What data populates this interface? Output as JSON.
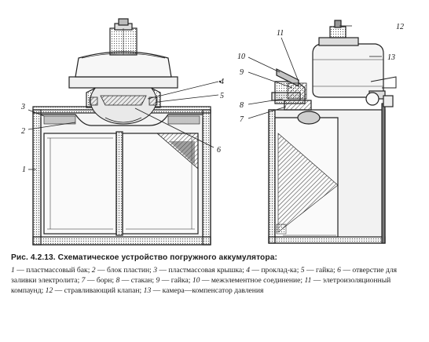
{
  "figure": {
    "labels": {
      "n1": "1",
      "n2": "2",
      "n3": "3",
      "n4": "4",
      "n5": "5",
      "n6": "6",
      "n7": "7",
      "n8": "8",
      "n9": "9",
      "n10": "10",
      "n11": "11",
      "n12": "12",
      "n13": "13"
    }
  },
  "caption": {
    "title": "Рис. 4.2.13. Схематическое устройство погружного аккумулятора:",
    "items": [
      {
        "num": "1",
        "text": " — пластмассовый бак; "
      },
      {
        "num": "2",
        "text": " — блок пластин; "
      },
      {
        "num": "3",
        "text": " — пластмассовая крышка; "
      },
      {
        "num": "4",
        "text": " — проклад-ка; "
      },
      {
        "num": "5",
        "text": " — гайка; "
      },
      {
        "num": "6",
        "text": " — отверстие для заливки электролита; "
      },
      {
        "num": "7",
        "text": " — борн; "
      },
      {
        "num": "8",
        "text": " — стакан; "
      },
      {
        "num": "9",
        "text": " — гайка; "
      },
      {
        "num": "10",
        "text": " — межэлементное соединение; "
      },
      {
        "num": "11",
        "text": " — элетроизоляционный компаунд; "
      },
      {
        "num": "12",
        "text": " — стравливающий клапан; "
      },
      {
        "num": "13",
        "text": " — камера—компенсатор давления"
      }
    ]
  }
}
